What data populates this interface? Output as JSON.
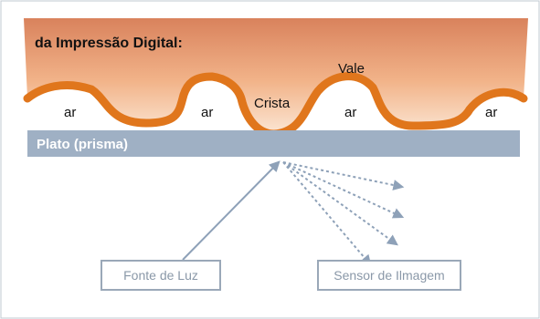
{
  "diagram": {
    "title": "da Impressão Digital:",
    "labels": {
      "vale": "Vale",
      "crista": "Crista",
      "ar": [
        "ar",
        "ar",
        "ar",
        "ar"
      ],
      "plate": "Plato (prisma)"
    },
    "boxes": {
      "light_source": "Fonte de Luz",
      "image_sensor": "Sensor de Ilmagem"
    }
  },
  "colors": {
    "skin_top": "#d9825c",
    "skin_bottom": "#fbe6d4",
    "ridge": "#e0761c",
    "plate": "#9fb0c4",
    "plate_text": "#ffffff",
    "ray": "#8ea1b8",
    "box_border": "#9aa8b8",
    "box_text": "#8a98a8",
    "frame": "#c0c8d2"
  }
}
